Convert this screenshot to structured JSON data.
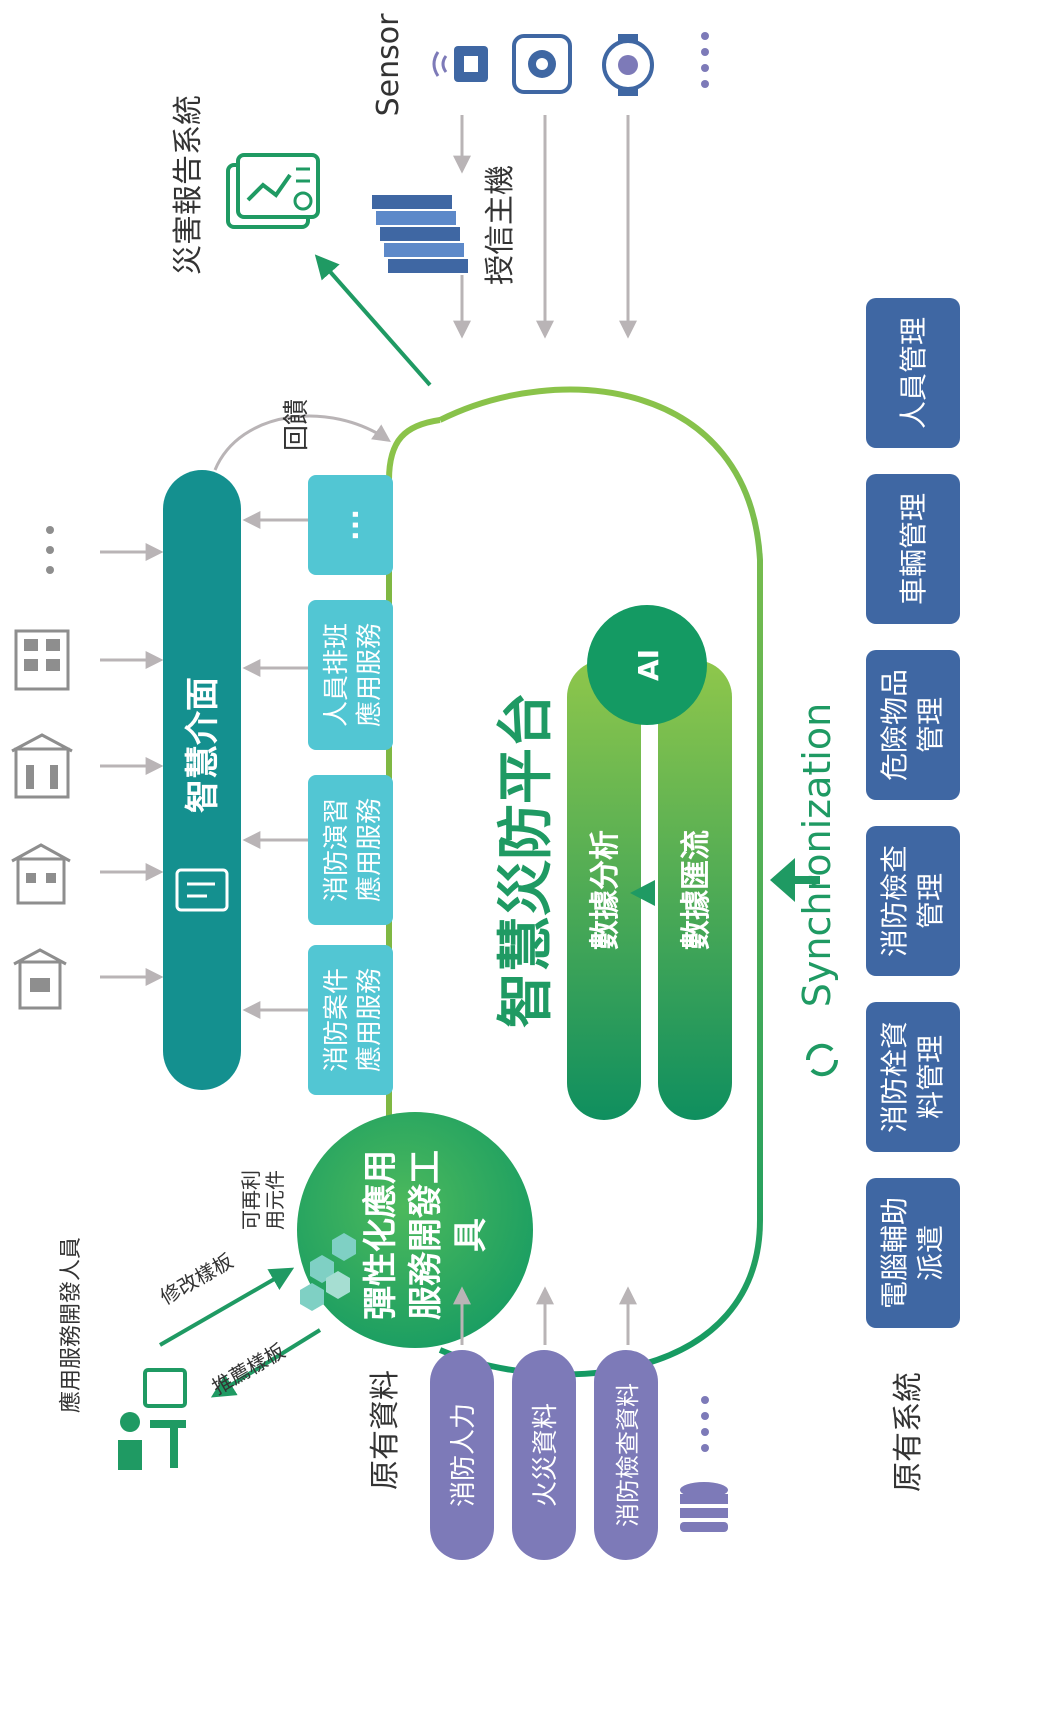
{
  "platform": {
    "title": "智慧災防平台"
  },
  "smart_interface": {
    "label": "智慧介面"
  },
  "app_services": [
    {
      "line1": "消防案件",
      "line2": "應用服務"
    },
    {
      "line1": "消防演習",
      "line2": "應用服務"
    },
    {
      "line1": "人員排班",
      "line2": "應用服務"
    },
    {
      "line1": "...",
      "line2": ""
    }
  ],
  "feedback": {
    "label": "回饋"
  },
  "disaster_report": {
    "label": "災害報告系統"
  },
  "receiver": {
    "label": "授信主機"
  },
  "sensor": {
    "label": "Sensor"
  },
  "ai": {
    "label": "AI"
  },
  "data": {
    "analysis": "數據分析",
    "aggregation": "數據匯流"
  },
  "sync": {
    "label": "Synchronization"
  },
  "dev_tool": {
    "line1": "彈性化應用",
    "line2": "服務開發工",
    "line3": "具"
  },
  "reusable": {
    "line1": "可再利",
    "line2": "用元件"
  },
  "templates": {
    "modify": "修改樣板",
    "recommend": "推薦樣板"
  },
  "developer": {
    "label": "應用服務開發人員"
  },
  "legacy_data": {
    "title": "原有資料",
    "items": [
      "消防人力",
      "火災資料",
      "消防檢查資料"
    ]
  },
  "legacy_system": {
    "title": "原有系統",
    "items": [
      {
        "line1": "人員管理",
        "line2": ""
      },
      {
        "line1": "車輛管理",
        "line2": ""
      },
      {
        "line1": "危險物品",
        "line2": "管理"
      },
      {
        "line1": "消防檢查",
        "line2": "管理"
      },
      {
        "line1": "消防栓資",
        "line2": "料管理"
      },
      {
        "line1": "電腦輔助",
        "line2": "派遣"
      }
    ]
  },
  "colors": {
    "teal_dark": "#14908f",
    "teal_light": "#52c6d3",
    "green": "#2fa564",
    "green_dark": "#0e8a5e",
    "lime": "#95c44a",
    "purple": "#7d7ab8",
    "navy": "#3f67a3",
    "arrow_grey": "#b9b4b6"
  },
  "icons": [
    "building-icon",
    "school-icon",
    "hospital-icon",
    "office-icon",
    "server-icon",
    "report-icon",
    "sensor-icon",
    "camera-icon",
    "meter-icon",
    "database-icon",
    "developer-icon",
    "sync-icon",
    "interface-icon"
  ]
}
